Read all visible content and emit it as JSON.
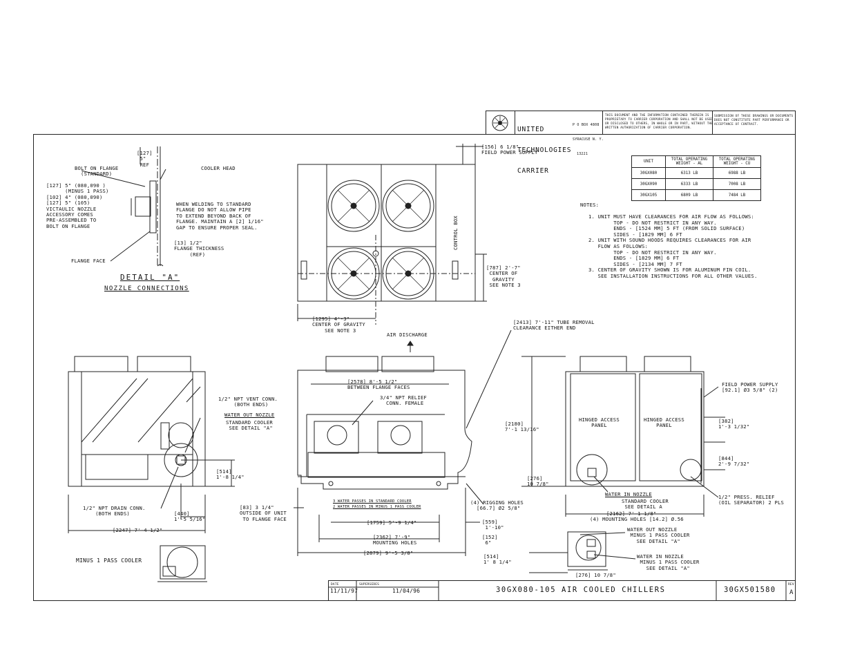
{
  "company": {
    "line1": "UNITED",
    "line2": "TECHNOLOGIES",
    "line3": "CARRIER",
    "address1": "P O BOX 4808",
    "address2": "SYRACUSE N. Y.",
    "address3": "13221",
    "proprietary": "THIS DOCUMENT AND THE INFORMATION CONTAINED THEREIN IS\nPROPRIETARY TO CARRIER CORPORATION AND SHALL NOT BE USED\nOR DISCLOSED TO OTHERS, IN WHOLE OR IN PART, WITHOUT THE\nWRITTEN AUTHORIZATION OF CARRIER CORPORATION.",
    "submission": "SUBMISSION OF THESE DRAWINGS OR DOCUMENTS\nDOES NOT CONSTITUTE PART PERFORMANCE OR\nACCEPTANCE OF CONTRACT."
  },
  "weights_table": {
    "headers": [
      "UNIT",
      "TOTAL OPERATING\nWEIGHT - AL",
      "TOTAL OPERATING\nWEIGHT - CU"
    ],
    "rows": [
      [
        "30GX080",
        "6313 LB",
        "6988 LB"
      ],
      [
        "30GX090",
        "6333 LB",
        "7008 LB"
      ],
      [
        "30GX105",
        "6809 LB",
        "7484 LB"
      ]
    ]
  },
  "notes": {
    "title": "NOTES:",
    "body": "1. UNIT MUST HAVE CLEARANCES FOR AIR FLOW AS FOLLOWS:\n        TOP - DO NOT RESTRICT IN ANY WAY.\n        ENDS - [1524 MM] 5 FT (FROM SOLID SURFACE)\n        SIDES - [1829 MM] 6 FT\n2. UNIT WITH SOUND HOODS REQUIRES CLEARANCES FOR AIR\n   FLOW AS FOLLOWS:\n        TOP - DO NOT RESTRICT IN ANY WAY.\n        ENDS - [1829 MM] 6 FT\n        SIDES - [2134 MM] 7 FT\n3. CENTER OF GRAVITY SHOWN IS FOR ALUMINUM FIN COIL.\n   SEE INSTALLATION INSTRUCTIONS FOR ALL OTHER VALUES."
  },
  "detail_a": {
    "title": "DETAIL \"A\"",
    "subtitle": "NOZZLE CONNECTIONS",
    "dim_top": "[127]\n 5\"\n REF",
    "bolt_flange": "BOLT ON FLANGE\n  (STANDARD)",
    "cooler_head": "COOLER HEAD",
    "dims_left": "[127] 5\" (080,090 )\n      (MINUS 1 PASS)\n[102] 4\" (080,090)\n[127] 5\" (105)\nVICTAULIC NOZZLE\nACCESSORY COMES\nPRE-ASSEMBLED TO\nBOLT ON FLANGE",
    "welding": "WHEN WELDING TO STANDARD\nFLANGE DO NOT ALLOW PIPE\nTO EXTEND BEYOND BACK OF\nFLANGE. MAINTAIN A [2] 1/16\"\nGAP TO ENSURE PROPER SEAL.",
    "flange_thickness": "[13] 1/2\"\nFLANGE THICKNESS\n     (REF)",
    "flange_face": "FLANGE FACE"
  },
  "top_view": {
    "field_power": "[156] 6 1/8\"\nFIELD POWER SUPPLY",
    "control_box": "CONTROL BOX",
    "cog_right": "[787] 2'-7\"\n CENTER OF\n  GRAVITY\n SEE NOTE 3",
    "cog_bottom": "[1295] 4'-3\"\nCENTER OF GRAVITY\n    SEE NOTE 3",
    "tube_removal": "[2413] 7'-11\" TUBE REMOVAL\nCLEARANCE EITHER END",
    "air_discharge": "AIR DISCHARGE"
  },
  "left_view": {
    "vent": "1/2\" NPT VENT CONN.\n     (BOTH ENDS)",
    "water_out": "WATER OUT NOZZLE",
    "std_cooler": "STANDARD COOLER\n SEE DETAIL \"A\"",
    "dim_514": "[514]\n1'-8 1/4\"",
    "drain": "1/2\" NPT DRAIN CONN.\n    (BOTH ENDS)",
    "dim_440": "[440]\n1'-5 5/16\"",
    "dim_2247": "[2247] 7'-4 1/2\"",
    "minus1": "MINUS 1 PASS COOLER"
  },
  "front_view": {
    "flange_faces": "[2578] 8'-5 1/2\"\nBETWEEN FLANGE FACES",
    "relief": "3/4\" NPT RELIEF\n  CONN. FEMALE",
    "dim_83": "[83] 3 1/4\"\nOUTSIDE OF UNIT\n TO FLANGE FACE",
    "passes": "3 WATER PASSES IN STANDARD COOLER\n2 WATER PASSES IN MINUS 1 PASS COOLER",
    "rigging": "(4) RIGGING HOLES\n  [66.7] Ø2 5/8\"",
    "dim_1759": "[1759] 5'-9 1/4\"",
    "dim_559": "[559]\n 1'-10\"",
    "dim_2362": "[2362] 7'-9\"\nMOUNTING HOLES",
    "dim_152": "[152]\n 6\"",
    "dim_2879": "[2879] 9'-5 3/8\""
  },
  "right_view": {
    "dim_2180": "[2180]\n7'-1 13/16\"",
    "panel_left": "HINGED ACCESS\n    PANEL",
    "panel_right": "HINGED ACCESS\n    PANEL",
    "field_power": "FIELD POWER SUPPLY\n[92.1] Ø3 5/8\" (2)",
    "dim_382": "[382]\n1'-3 1/32\"",
    "dim_844": "[844]\n2'-9 7/32\"",
    "dim_276": "[276]\n10 7/8\"",
    "water_in": "WATER IN NOZZLE",
    "std_cooler": "STANDARD COOLER\n SEE DETAIL A",
    "dim_2162": "[2162] 7'-1 1/8\"",
    "mounting": "(4) MOUNTING HOLES [14.2] Ø.56",
    "press_relief": "1/2\" PRESS. RELIEF\n(OIL SEPARATOR) 2 PLS"
  },
  "minus1_view": {
    "water_out": "WATER OUT NOZZLE\n MINUS 1 PASS COOLER\n   SEE DETAIL \"A\"",
    "water_in": "WATER IN NOZZLE\n MINUS 1 PASS COOLER\n   SEE DETAIL \"A\"",
    "dim_514": "[514]\n1' 8 1/4\"",
    "dim_276": "[276] 10 7/8\""
  },
  "bottom_bar": {
    "date_label": "DATE",
    "date": "11/11/97",
    "supersedes_label": "SUPERSEDES",
    "supersedes": "11/04/96",
    "title": "30GX080-105 AIR COOLED CHILLERS",
    "drawing_no": "30GX501580",
    "rev_label": "REV",
    "rev": "A"
  }
}
